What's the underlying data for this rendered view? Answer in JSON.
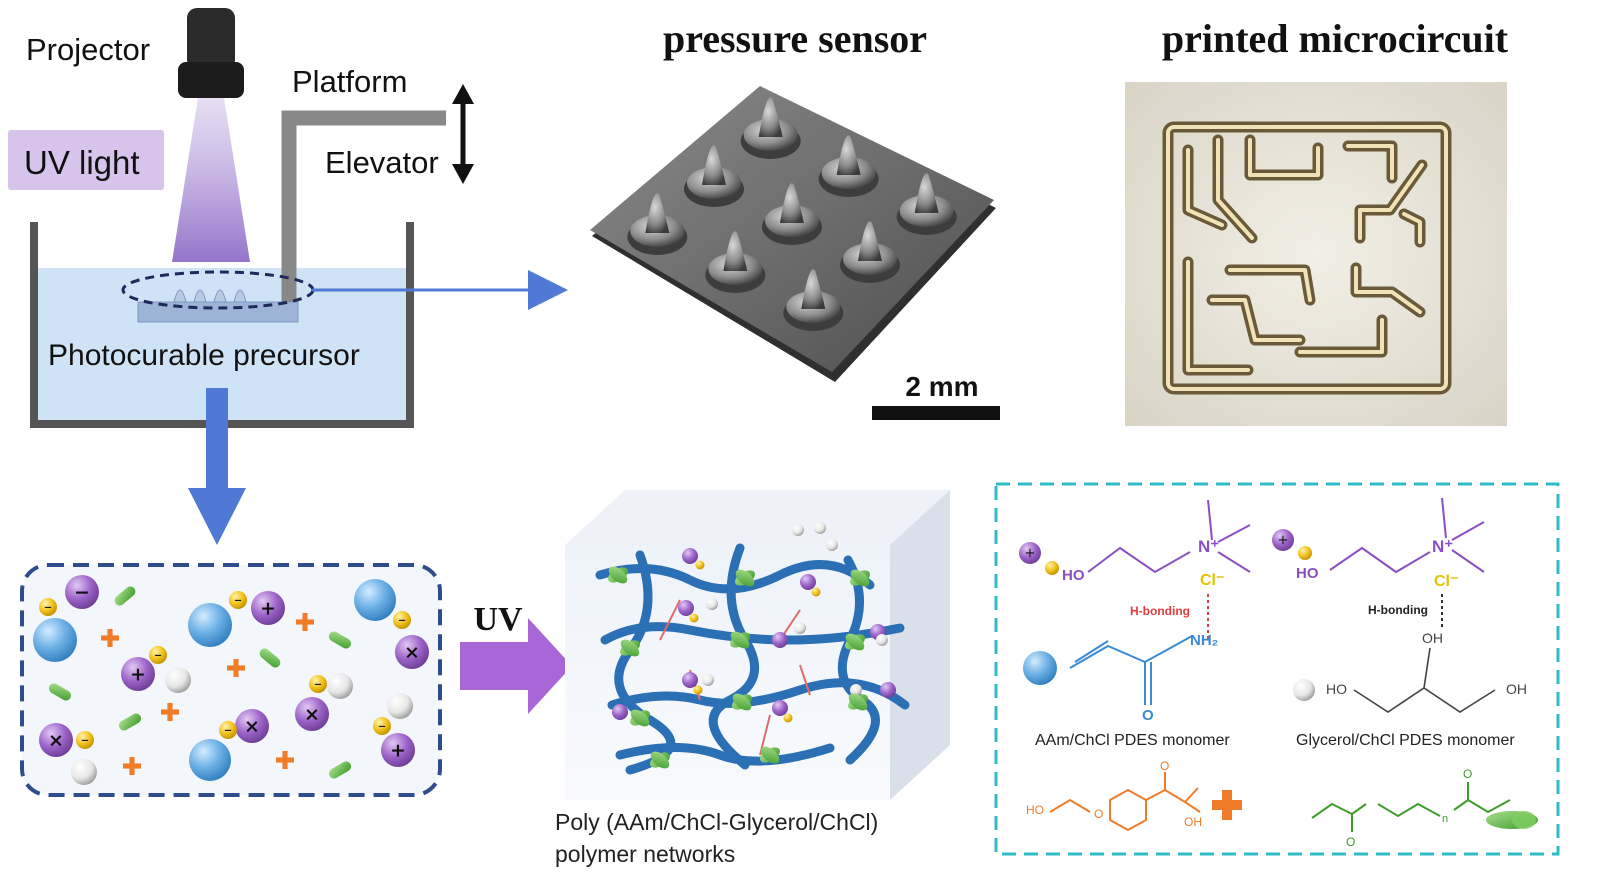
{
  "apparatus": {
    "projector": "Projector",
    "platform": "Platform",
    "uv_light": "UV light",
    "elevator": "Elevator",
    "precursor": "Photocurable precursor"
  },
  "pressure_sensor": {
    "title": "pressure sensor",
    "scale": "2 mm"
  },
  "microcircuit": {
    "title": "printed microcircuit"
  },
  "uv_arrow": "UV",
  "network": {
    "line1": "Poly (AAm/ChCl-Glycerol/ChCl)",
    "line2": "polymer networks"
  },
  "chem": {
    "left": {
      "ho": "HO",
      "n": "N⁺",
      "cl": "Cl⁻",
      "hbond": "H-bonding",
      "nh2": "NH₂",
      "o": "O",
      "caption": "AAm/ChCl PDES monomer"
    },
    "right": {
      "ho": "HO",
      "n": "N⁺",
      "cl": "Cl⁻",
      "hbond": "H-bonding",
      "oh_top": "OH",
      "ho2": "HO",
      "oh2": "OH",
      "caption": "Glycerol/ChCl PDES monomer"
    },
    "initiator": {
      "ho": "HO",
      "oh": "OH",
      "o1": "O",
      "o2": "O"
    },
    "crosslinker": {
      "o1": "O",
      "o2": "O",
      "n": "n"
    }
  },
  "colors": {
    "liquid": "#cfe3f7",
    "arrow_blue": "#4f79d4",
    "arrow_purple": "#a866d6",
    "ion_purple": "#9c63c8",
    "ion_yellow": "#f2c21b",
    "monomer_blue": "#5aa5dc",
    "network_blue": "#2b6fb5",
    "crosslink_green": "#5fb847",
    "initiator_orange": "#f07c2a",
    "box_dash_navy": "#2f4d8c",
    "box_dash_teal": "#2dbdc9"
  }
}
